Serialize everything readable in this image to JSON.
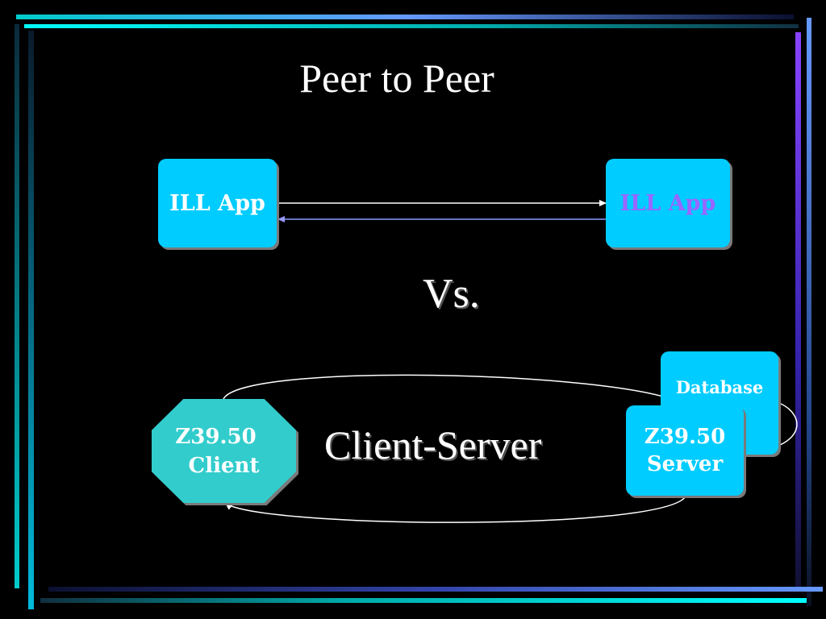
{
  "slide": {
    "title": "Peer to Peer",
    "vs_label": "Vs.",
    "client_server_label": "Client-Server"
  },
  "peer": {
    "left_app_label": "ILL App",
    "right_app_label": "ILL App"
  },
  "client_server": {
    "client_line1": "Z39.50",
    "client_line2": "Client",
    "server_line1": "Z39.50",
    "server_line2": "Server",
    "database_label": "Database"
  },
  "colors": {
    "background": "#000000",
    "box_fill": "#00ccff",
    "client_fill": "#33cccc",
    "accent_cyan": "#00cccc",
    "accent_blue": "#6666ff",
    "right_app_text": "#9966ff"
  }
}
